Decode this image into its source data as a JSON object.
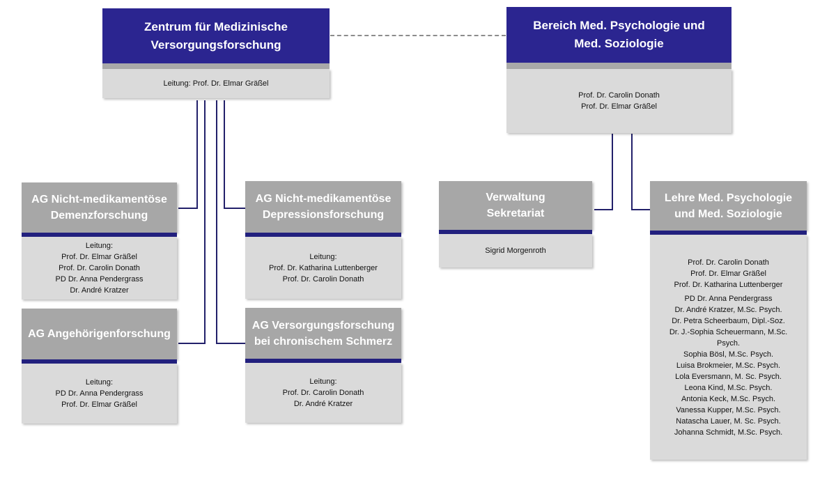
{
  "colors": {
    "navy": "#2b2590",
    "navy_stripe": "#22207e",
    "gray_header": "#a7a7a7",
    "gray_body": "#dadada",
    "connector": "#22206a"
  },
  "zentrum": {
    "title_lines": [
      "Zentrum für Medizinische",
      "Versorgungsforschung"
    ],
    "lead": "Leitung: Prof. Dr. Elmar Gräßel"
  },
  "bereich": {
    "title_lines": [
      "Bereich Med. Psychologie und",
      "Med. Soziologie"
    ],
    "members": [
      "Prof. Dr. Carolin Donath",
      "Prof. Dr. Elmar Gräßel"
    ]
  },
  "ag_demenz": {
    "title_lines": [
      "AG Nicht-medikamentöse",
      "Demenzforschung"
    ],
    "lines": [
      "Leitung:",
      "Prof. Dr. Elmar Gräßel",
      "Prof. Dr. Carolin Donath",
      "PD Dr. Anna Pendergrass",
      "Dr. André Kratzer"
    ]
  },
  "ag_depression": {
    "title_lines": [
      "AG Nicht-medikamentöse",
      "Depressionsforschung"
    ],
    "lines": [
      "Leitung:",
      "Prof. Dr. Katharina Luttenberger",
      "Prof. Dr. Carolin Donath"
    ]
  },
  "ag_angehoerige": {
    "title_lines": [
      "AG Angehörigenforschung"
    ],
    "lines": [
      "Leitung:",
      "PD Dr. Anna Pendergrass",
      "Prof. Dr. Elmar Gräßel"
    ]
  },
  "ag_schmerz": {
    "title_lines": [
      "AG Versorgungsforschung",
      "bei chronischem Schmerz"
    ],
    "lines": [
      "Leitung:",
      "Prof. Dr. Carolin Donath",
      "Dr. André Kratzer"
    ]
  },
  "verwaltung": {
    "title_lines": [
      "Verwaltung",
      "Sekretariat"
    ],
    "lines": [
      "Sigrid Morgenroth"
    ]
  },
  "lehre": {
    "title_lines": [
      "Lehre Med. Psychologie",
      "und Med. Soziologie"
    ],
    "lines_a": [
      "Prof. Dr. Carolin Donath",
      "Prof. Dr. Elmar Gräßel",
      "Prof. Dr. Katharina Luttenberger"
    ],
    "lines_b": [
      "PD Dr. Anna Pendergrass",
      "Dr. André Kratzer, M.Sc. Psych.",
      "Dr. Petra Scheerbaum, Dipl.-Soz.",
      "Dr. J.-Sophia Scheuermann, M.Sc.",
      "Psych.",
      "Sophia Bösl, M.Sc. Psych.",
      "Luisa Brokmeier, M.Sc. Psych.",
      "Lola Eversmann, M. Sc. Psych.",
      "Leona Kind, M.Sc. Psych.",
      "Antonia Keck, M.Sc. Psych.",
      "Vanessa Kupper, M.Sc. Psych.",
      "Natascha Lauer, M. Sc. Psych.",
      "Johanna Schmidt, M.Sc. Psych."
    ]
  }
}
